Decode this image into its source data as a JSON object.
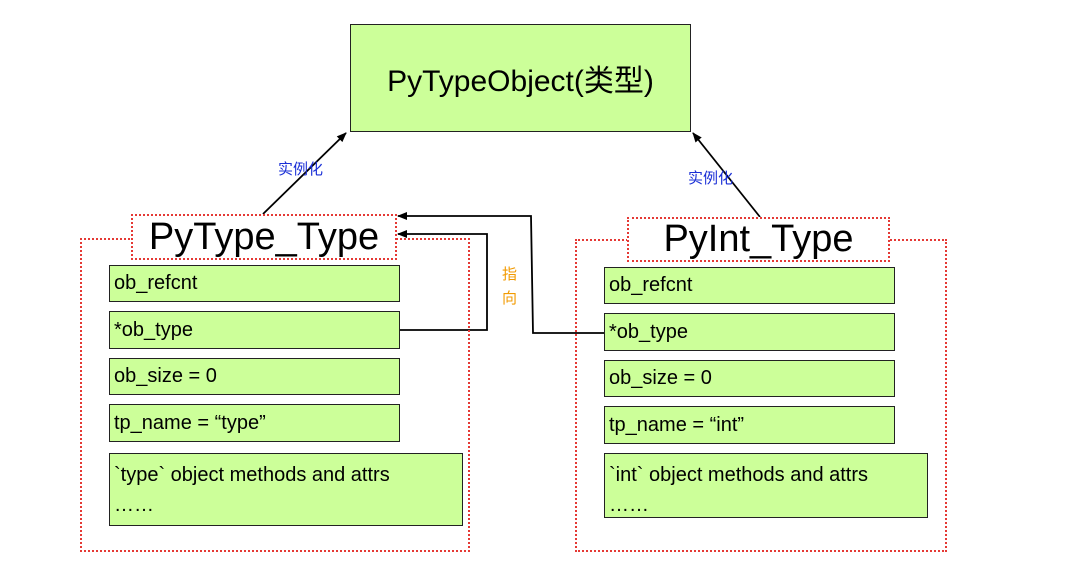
{
  "top_box": {
    "label": "PyTypeObject(类型)"
  },
  "labels": {
    "instantiate_left": "实例化",
    "instantiate_right": "实例化",
    "points_to_1": "指",
    "points_to_2": "向"
  },
  "left": {
    "title": "PyType_Type",
    "fields": [
      "ob_refcnt",
      "*ob_type",
      "ob_size = 0",
      "tp_name = “type”"
    ],
    "methods_line1": "`type` object methods and attrs",
    "methods_line2": "……"
  },
  "right": {
    "title": "PyInt_Type",
    "fields": [
      "ob_refcnt",
      "*ob_type",
      "ob_size  = 0",
      "tp_name = “int”"
    ],
    "methods_line1": "`int` object methods and attrs",
    "methods_line2": "……"
  },
  "colors": {
    "box_fill": "#ccff99",
    "dotted_border": "#e53935",
    "instantiate_label": "#1a2fd6",
    "pointer_label": "#f29a00"
  }
}
